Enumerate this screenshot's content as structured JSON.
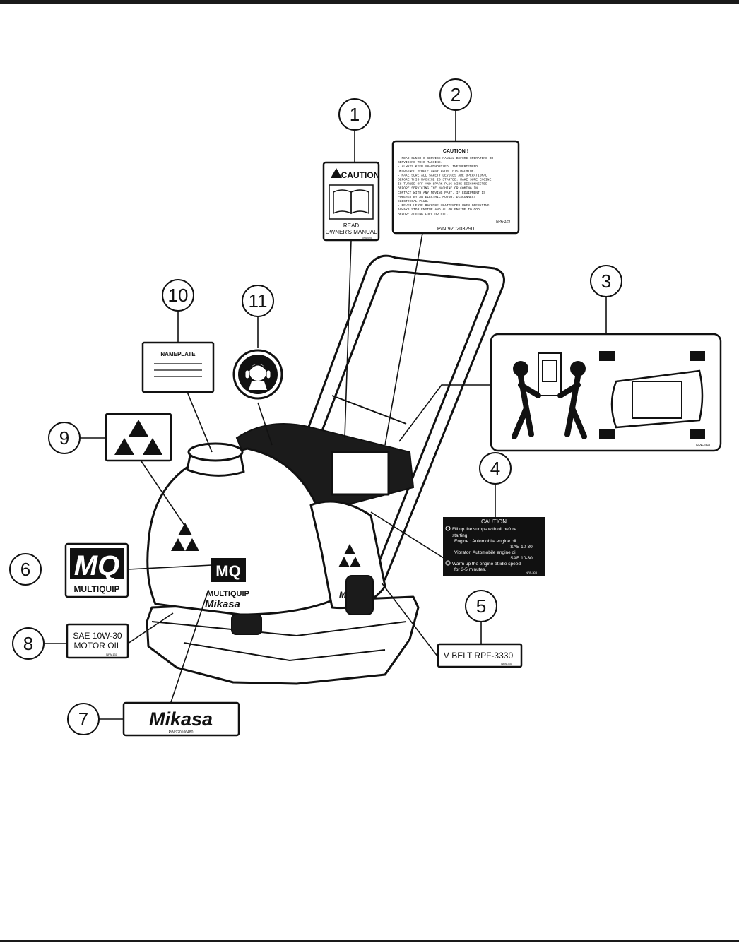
{
  "callouts": [
    "1",
    "2",
    "3",
    "4",
    "5",
    "6",
    "7",
    "8",
    "9",
    "10",
    "11"
  ],
  "decal_1": {
    "header": "CAUTION",
    "line1": "READ",
    "line2": "OWNER'S MANUAL",
    "code": "NPA-025"
  },
  "decal_2": {
    "title": "CAUTION !",
    "lines": [
      "- READ OWNER'S SERVICE MANUAL BEFORE OPERATING OR",
      "  SERVICING THIS MACHINE.",
      "- ALWAYS KEEP UNAUTHORIZED, INEXPERIENCED",
      "  UNTRAINED PEOPLE AWAY FROM THIS MACHINE.",
      "- MAKE SURE ALL SAFETY DEVICES ARE OPERATIONAL",
      "  BEFORE THIS MACHINE IS STARTED. MAKE SURE ENGINE",
      "  IS TURNED OFF AND SPARK PLUG WIRE DISCONNECTED",
      "  BEFORE SERVICING THE MACHINE OR COMING IN",
      "  CONTACT WITH ANY MOVING PART. IF EQUIPMENT IS",
      "  POWERED BY AN ELECTRIC MOTOR, DISCONNECT",
      "  ELECTRICAL PLUG.",
      "- NEVER LEAVE MACHINE UNATTENDED WHEN OPERATING.",
      "  ALWAYS STOP ENGINE AND ALLOW ENGINE TO COOL",
      "  BEFORE ADDING FUEL OR OIL."
    ],
    "code": "NPA-329",
    "part_number": "P/N 920203290"
  },
  "decal_3": {
    "code": "NPA-068"
  },
  "decal_4": {
    "title": "CAUTION",
    "line1": "Fill up the sumps with oil before",
    "line2": "starting.",
    "line3": "Engine  :  Automobile engine oil",
    "line4": "SAE   10-30",
    "line5": "Vibrator:  Automobile engine oil",
    "line6": "SAE   10-30",
    "line7": "Warm up the engine at idle speed",
    "line8": "for 3-5 minutes.",
    "code": "NPA-308"
  },
  "decal_5": {
    "text": "V BELT RPF-3330",
    "code": "NPA-330"
  },
  "decal_6": {
    "logo": "MQ",
    "brand": "MULTIQUIP"
  },
  "decal_7": {
    "logo": "Mikasa",
    "part_number": "P/N 920106480"
  },
  "decal_8": {
    "line1": "SAE 10W-30",
    "line2": "MOTOR OIL",
    "code": "NPA-131"
  },
  "decal_10": {
    "title": "NAMEPLATE"
  },
  "machine": {
    "brand": "MULTIQUIP",
    "logo": "MQ",
    "script": "Mikasa"
  }
}
